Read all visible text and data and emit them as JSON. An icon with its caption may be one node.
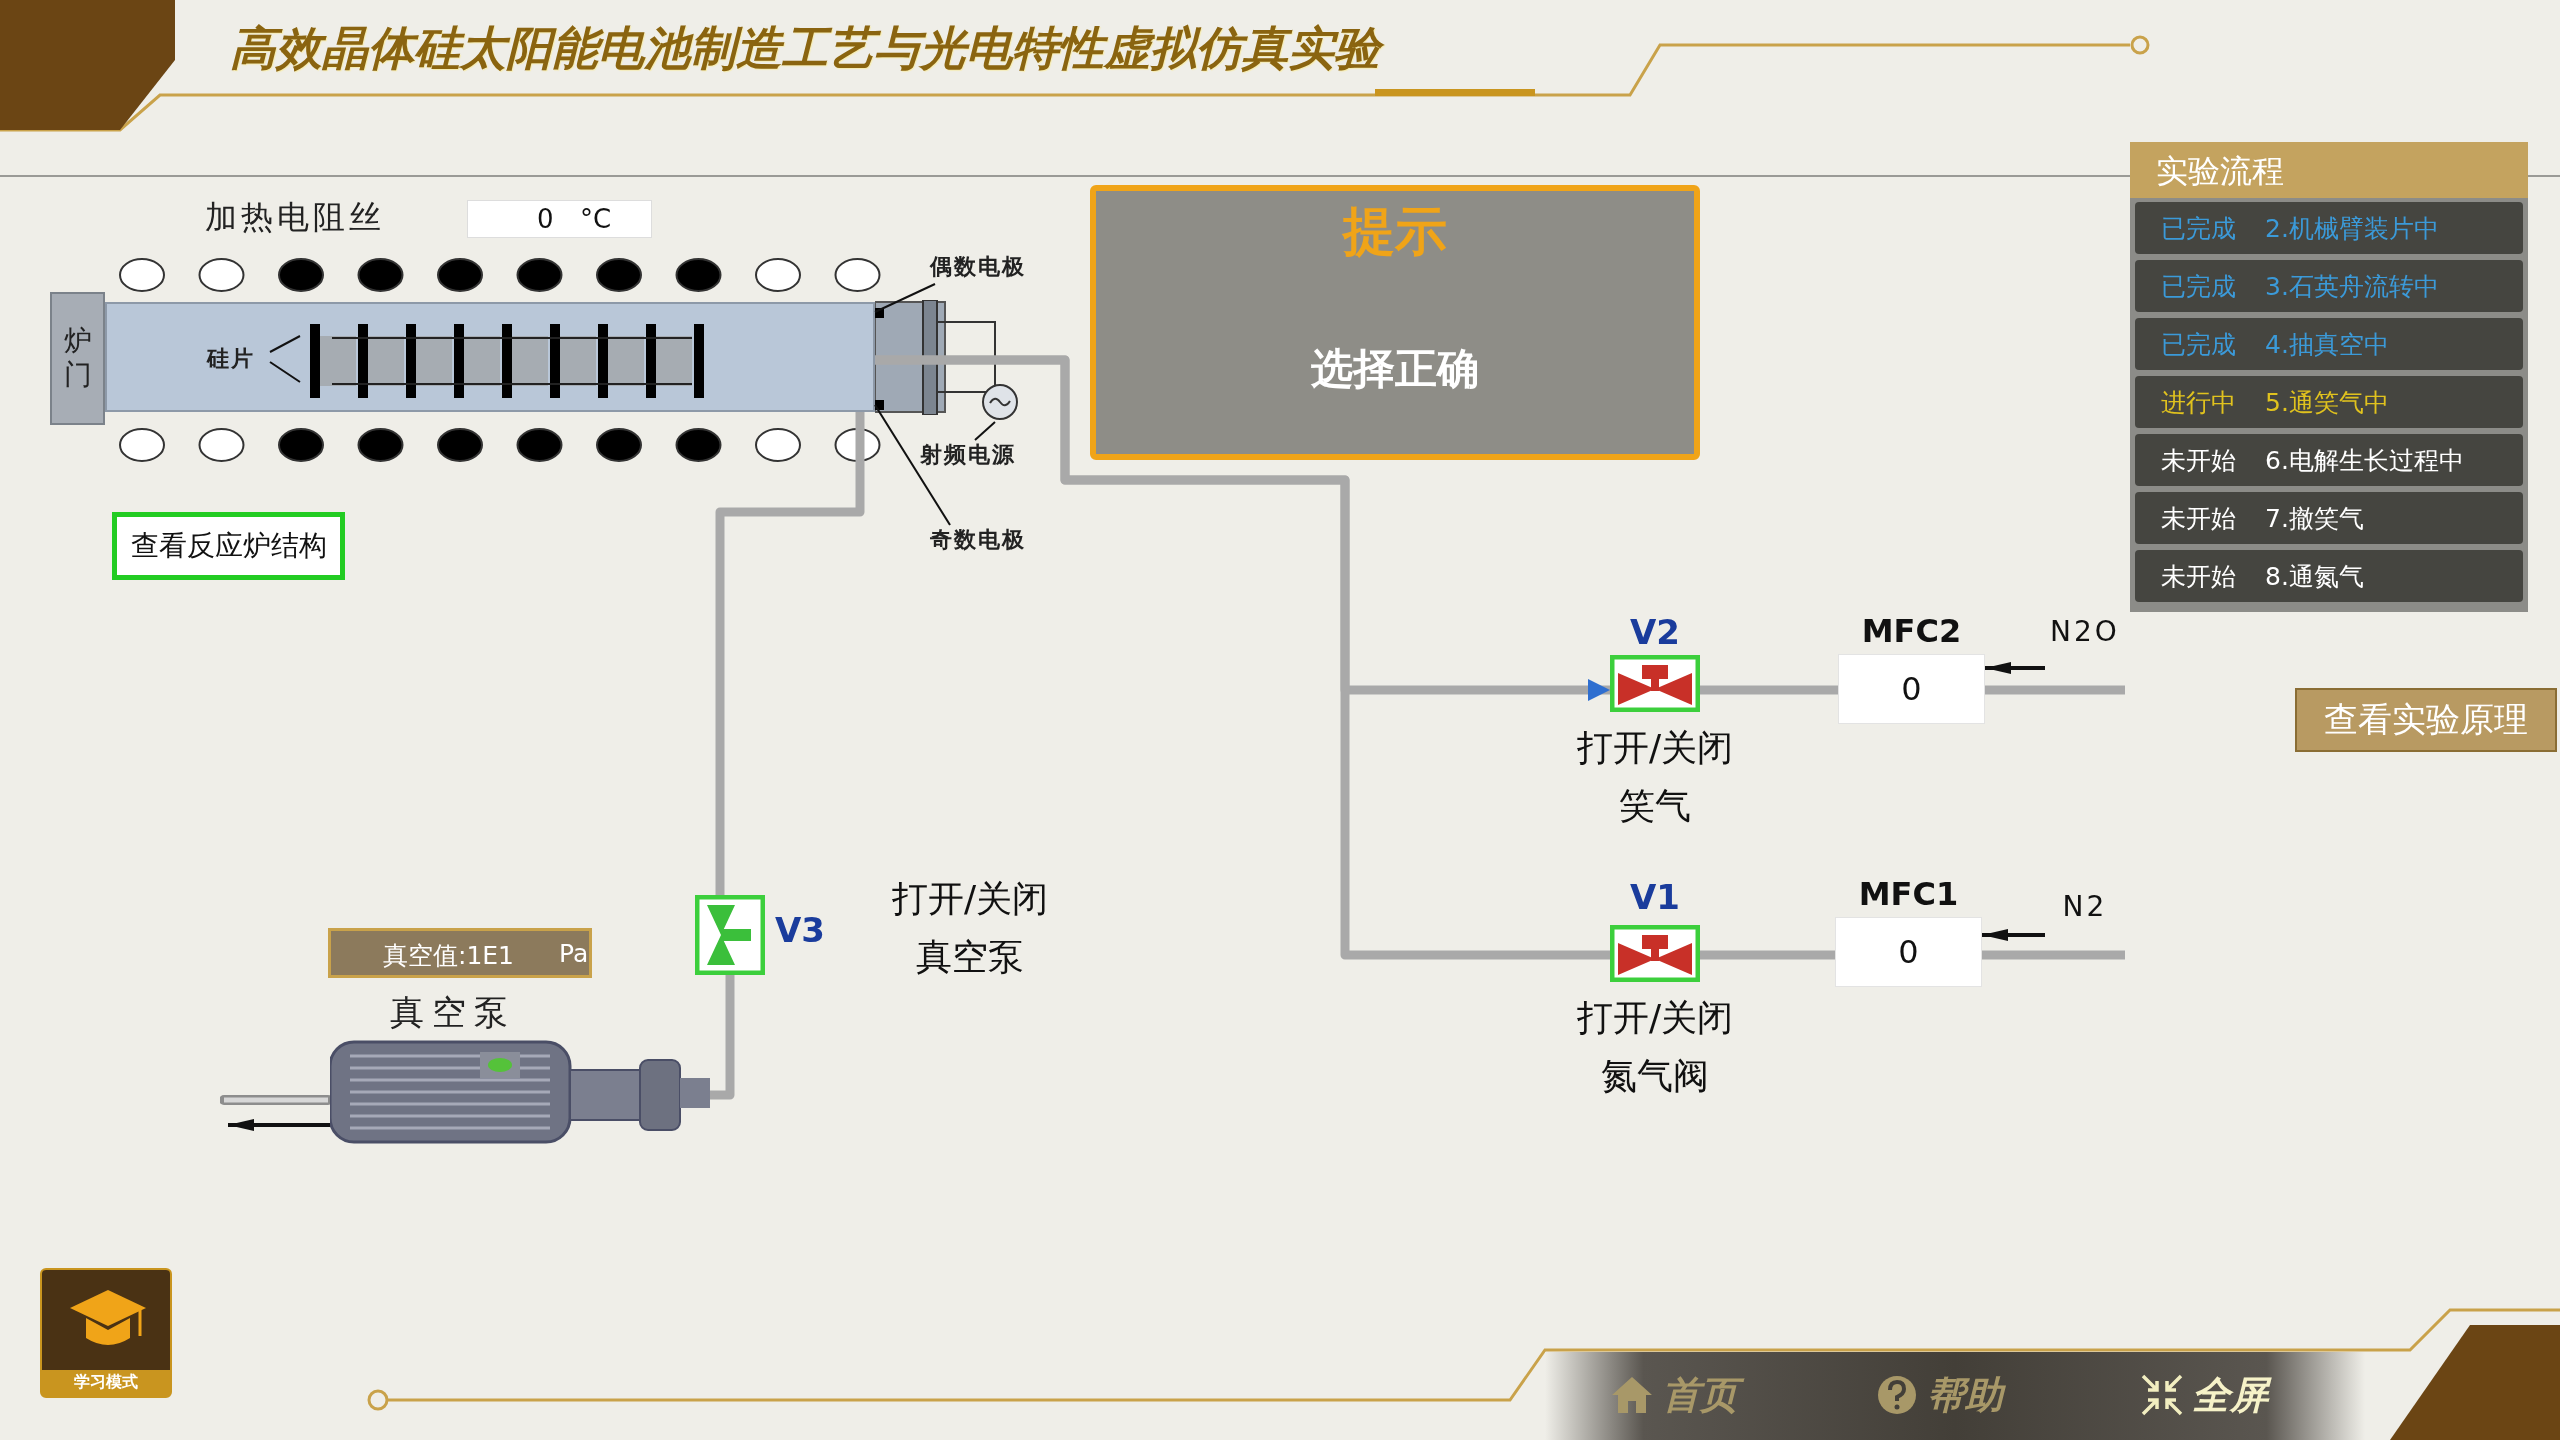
{
  "diagram": {
    "title": "高效晶体硅太阳能电池制造工艺与光电特性虚拟仿真实验",
    "nodes": [
      {
        "text": [
          "加热电阻丝",
          "0",
          "°C"
        ]
      },
      {
        "text": [
          "炉门"
        ]
      },
      {
        "text": [],
        "shape": "box"
      },
      {
        "text": [
          "硅片"
        ],
        "in": 2
      },
      {
        "text": [],
        "shape": "bar",
        "in": 2
      },
      {
        "text": [
          "偶数电极"
        ]
      },
      {
        "text": [
          "射频电源"
        ]
      },
      {
        "text": [],
        "shape": "circle"
      },
      {
        "text": [
          "奇数电极"
        ]
      },
      {
        "text": [
          "提示",
          "选择正确"
        ]
      },
      {
        "text": [
          "实验流程"
        ]
      },
      {
        "text": [
          "已完成",
          "2.机械臂装片中"
        ],
        "in": 10
      },
      {
        "text": [
          "已完成",
          "3.石英舟流转中"
        ],
        "in": 10
      },
      {
        "text": [
          "已完成",
          "4.抽真空中"
        ],
        "in": 10
      },
      {
        "text": [
          "进行中",
          "5.通笑气中"
        ],
        "in": 10
      },
      {
        "text": [
          "未开始",
          "6.电解生长过程中"
        ],
        "in": 10
      },
      {
        "text": [
          "未开始",
          "7.撤笑气"
        ],
        "in": 10
      },
      {
        "text": [
          "未开始",
          "8.通氮气"
        ],
        "in": 10
      },
      {
        "text": [
          "查看反应炉结构"
        ]
      },
      {
        "text": [
          "V2"
        ],
        "beside": [
          "打开/关闭笑气"
        ]
      },
      {
        "text": [
          "MFC2",
          "0"
        ]
      },
      {
        "text": [
          "N2O"
        ]
      },
      {
        "text": [
          "查看实验原理"
        ]
      },
      {
        "text": [
          "V1"
        ],
        "beside": [
          "打开/关闭氮气阀"
        ]
      },
      {
        "text": [
          "MFC1",
          "0"
        ]
      },
      {
        "text": [
          "N2"
        ]
      },
      {
        "text": [
          "真空值:1E1",
          "Pa"
        ]
      },
      {
        "text": [
          "V3"
        ],
        "beside": [
          "打开/关闭真空泵"
        ]
      },
      {
        "text": [
          "真空泵"
        ]
      },
      {
        "text": [
          "学习模式"
        ]
      }
    ],
    "edges": [
      {
        "from": 3,
        "to": 4,
        "arrow": "none",
        "color": "#111111"
      },
      {
        "from": 5,
        "to": 2,
        "arrow": "none",
        "color": "#111111"
      },
      {
        "from": 6,
        "to": 7,
        "arrow": "none",
        "color": "#111111"
      },
      {
        "from": 8,
        "to": 2,
        "arrow": "none",
        "color": "#111111"
      },
      {
        "from": 2,
        "to": 27,
        "arrow": "none"
      },
      {
        "from": 27,
        "to": 28,
        "arrow": "none"
      },
      {
        "from": 21,
        "to": 20,
        "arrow": "to",
        "color": "#111111"
      },
      {
        "from": 20,
        "to": 19,
        "arrow": "none"
      },
      {
        "from": 2,
        "to": 19,
        "arrow": "to"
      },
      {
        "from": 25,
        "to": 24,
        "arrow": "to",
        "color": "#111111"
      },
      {
        "from": 24,
        "to": 23,
        "arrow": "none"
      },
      {
        "from": 23,
        "to": 2,
        "arrow": "none"
      },
      {
        "from": 28,
        "to": null,
        "arrow": "to",
        "color": "#111111"
      },
      {
        "from": 21,
        "to": 20,
        "arrow": "none"
      },
      {
        "from": 25,
        "to": 24,
        "arrow": "none"
      }
    ],
    "labels": [
      "首页",
      "帮助",
      "全屏"
    ]
  }
}
